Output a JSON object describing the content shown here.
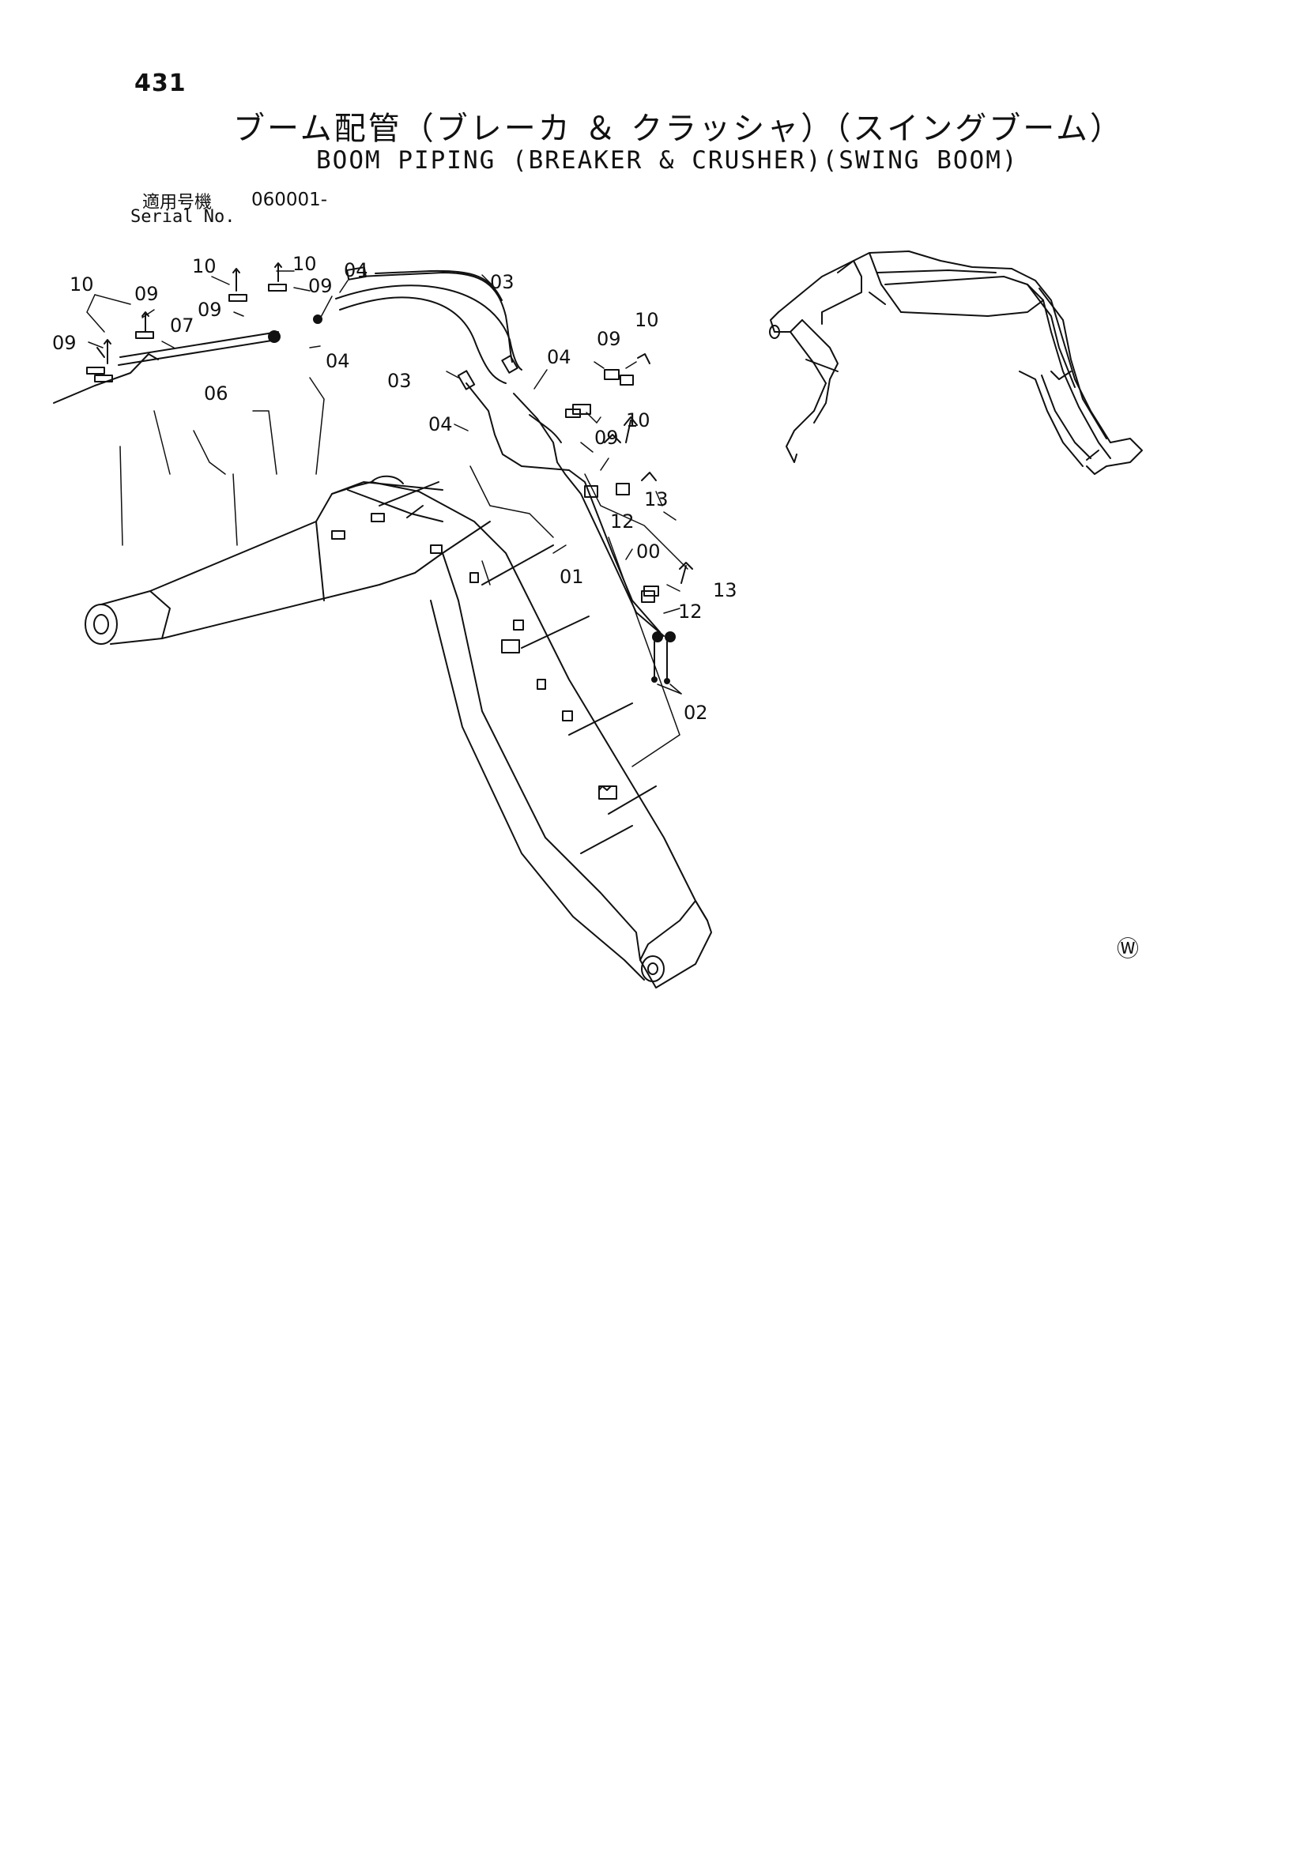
{
  "page": {
    "number": "431",
    "title_jp": "ブーム配管（ブレーカ ＆ クラッシャ）（スイングブーム）",
    "title_en": "BOOM PIPING (BREAKER & CRUSHER)(SWING BOOM)",
    "serial_label_jp": "適用号機",
    "serial_value": "060001-",
    "serial_label_en": "Serial No."
  },
  "callouts": {
    "c00": "00",
    "c01": "01",
    "c02": "02",
    "c03a": "03",
    "c03b": "03",
    "c04a": "04",
    "c04b": "04",
    "c04c": "04",
    "c04d": "04",
    "c06": "06",
    "c07": "07",
    "c09a": "09",
    "c09b": "09",
    "c09c": "09",
    "c09d": "09",
    "c09e": "09",
    "c09f": "09",
    "c10a": "10",
    "c10b": "10",
    "c10c": "10",
    "c10d": "10",
    "c10e": "10",
    "c12a": "12",
    "c12b": "12",
    "c13a": "13",
    "c13b": "13"
  },
  "watermark_symbol": "Ⓦ",
  "colors": {
    "ink": "#111111",
    "paper": "#ffffff"
  }
}
